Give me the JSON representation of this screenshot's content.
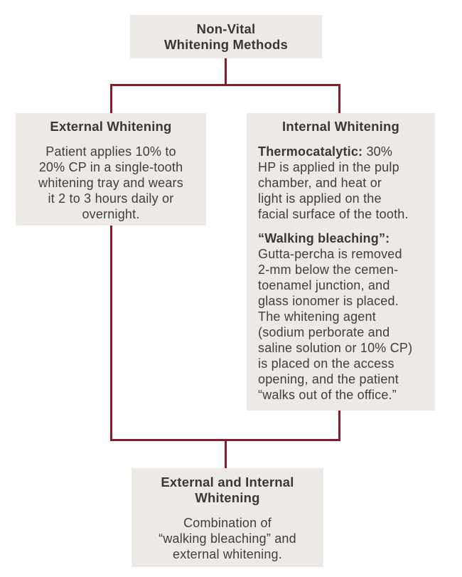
{
  "palette": {
    "box_fill": "#edeae6",
    "connector_color": "#8a1b2d",
    "text_color": "#3e3e3e",
    "background": "#ffffff"
  },
  "nodes": {
    "root": {
      "title": "Non-Vital\nWhitening Methods"
    },
    "external": {
      "title": "External Whitening",
      "body": "Patient applies 10% to\n20% CP in a single-tooth\nwhitening tray and wears\nit 2 to 3 hours daily or\novernight."
    },
    "internal": {
      "title": "Internal Whitening",
      "paragraphs": [
        {
          "lead": "Thermocatalytic:",
          "rest": " 30%\nHP is applied in the pulp\nchamber, and heat or\nlight is applied on the\nfacial surface of the tooth."
        },
        {
          "lead": "“Walking bleaching”:",
          "rest": "\nGutta-percha is removed\n2-mm below the cemen-\ntoenamel junction, and\nglass ionomer is placed.\nThe whitening agent\n(sodium perborate and\nsaline solution or 10% CP)\nis placed on the access\nopening, and the patient\n“walks out of the office.”"
        }
      ]
    },
    "combined": {
      "title": "External and Internal\nWhitening",
      "body": "Combination of\n“walking bleaching” and\nexternal whitening."
    }
  }
}
